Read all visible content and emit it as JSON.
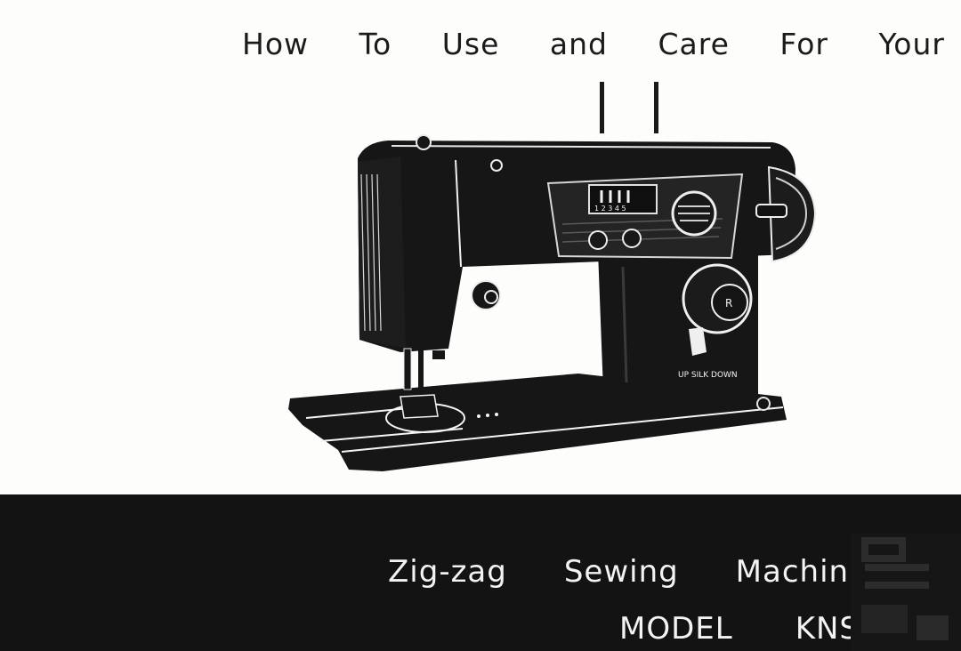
{
  "header": {
    "words": [
      "How",
      "To",
      "Use",
      "and",
      "Care",
      "For",
      "Your"
    ]
  },
  "machine": {
    "stitch_scale": "1 2 3 4 5",
    "knob_letter": "R",
    "lever_label": "UP SILK DOWN"
  },
  "footer": {
    "line1": [
      "Zig-zag",
      "Sewing",
      "Machine"
    ],
    "line2": [
      "MODEL",
      "KNS"
    ]
  },
  "colors": {
    "ink": "#141414",
    "paper": "#fdfdfb",
    "band": "#131313"
  }
}
